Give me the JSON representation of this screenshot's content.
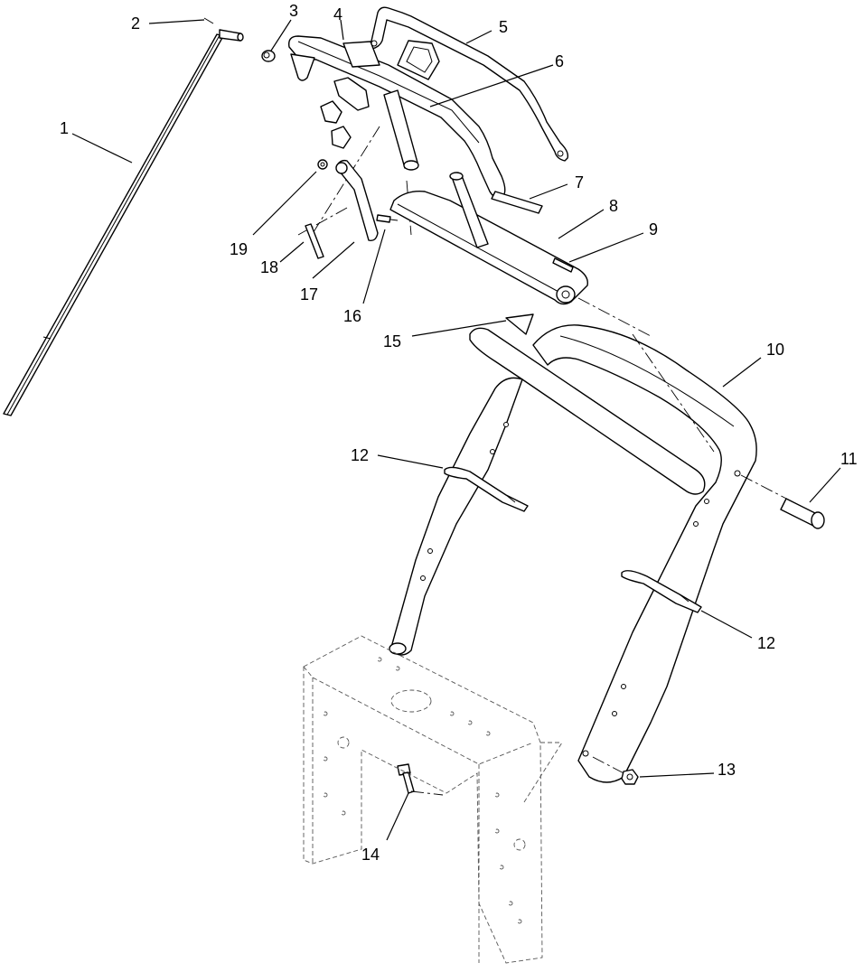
{
  "callouts": [
    {
      "id": "c1",
      "label": "1"
    },
    {
      "id": "c2",
      "label": "2"
    },
    {
      "id": "c3",
      "label": "3"
    },
    {
      "id": "c4",
      "label": "4"
    },
    {
      "id": "c5",
      "label": "5"
    },
    {
      "id": "c6",
      "label": "6"
    },
    {
      "id": "c7",
      "label": "7"
    },
    {
      "id": "c8",
      "label": "8"
    },
    {
      "id": "c9",
      "label": "9"
    },
    {
      "id": "c10",
      "label": "10"
    },
    {
      "id": "c11",
      "label": "11"
    },
    {
      "id": "c12a",
      "label": "12"
    },
    {
      "id": "c12b",
      "label": "12"
    },
    {
      "id": "c13",
      "label": "13"
    },
    {
      "id": "c14",
      "label": "14"
    },
    {
      "id": "c15",
      "label": "15"
    },
    {
      "id": "c16",
      "label": "16"
    },
    {
      "id": "c17",
      "label": "17"
    },
    {
      "id": "c18",
      "label": "18"
    },
    {
      "id": "c19",
      "label": "19"
    }
  ]
}
